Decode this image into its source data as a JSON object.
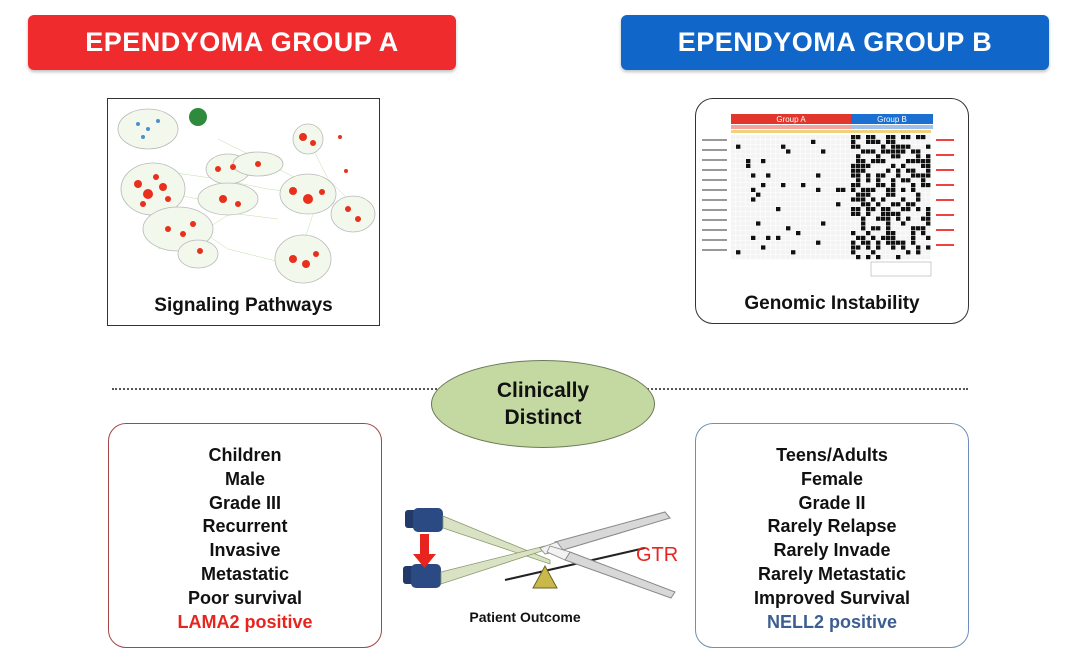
{
  "banners": {
    "group_a": "EPENDYOMA GROUP A",
    "group_b": "EPENDYOMA GROUP B"
  },
  "panels": {
    "signaling_caption": "Signaling Pathways",
    "genomic_caption": "Genomic Instability",
    "heatmap_group_a": "Group A",
    "heatmap_group_b": "Group B"
  },
  "center": {
    "clinical_line1": "Clinically",
    "clinical_line2": "Distinct",
    "gtr": "GTR",
    "outcome": "Patient Outcome"
  },
  "group_a_traits": [
    "Children",
    "Male",
    "Grade III",
    "Recurrent",
    "Invasive",
    "Metastatic",
    "Poor survival"
  ],
  "group_a_marker": "LAMA2 positive",
  "group_b_traits": [
    "Teens/Adults",
    "Female",
    "Grade II",
    "Rarely Relapse",
    "Rarely Invade",
    "Rarely Metastatic",
    "Improved Survival"
  ],
  "group_b_marker": "NELL2 positive",
  "colors": {
    "group_a": "#ef2b2d",
    "group_b": "#1166c9",
    "ellipse": "#c4d8a2",
    "marker_a": "#e8241f",
    "marker_b": "#3d5e92"
  },
  "icons": [
    "network-graph",
    "heatmap",
    "pipette-icon",
    "scalpel-icon",
    "down-arrow-icon",
    "balance-icon"
  ]
}
